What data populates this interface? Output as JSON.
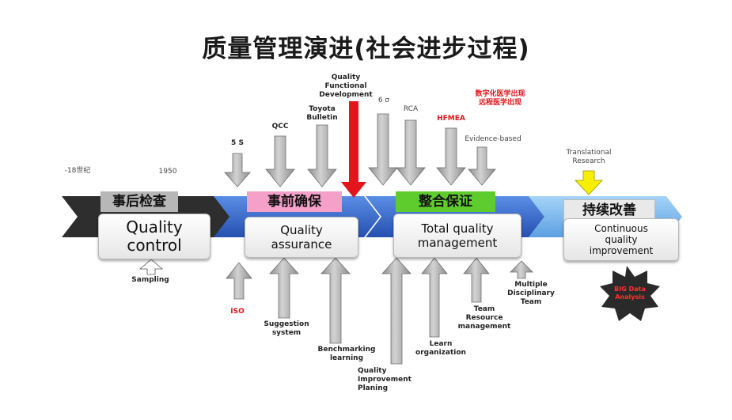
{
  "title": "质量管理演进(社会进步过程)",
  "timeline": {
    "era_start": "-18世纪",
    "year_1950": "1950"
  },
  "stages": [
    {
      "cn": "事后检查",
      "en": "Quality\ncontrol"
    },
    {
      "cn": "事前确保",
      "en": "Quality\nassurance"
    },
    {
      "cn": "整合保证",
      "en": "Total quality\nmanagement"
    },
    {
      "cn": "持续改善",
      "en": "Continuous\nquality\nimprovement"
    }
  ],
  "top_inputs": {
    "five_s": "5 S",
    "qcc": "QCC",
    "toyota": "Toyota\nBulletin",
    "qfd": "Quality\nFunctional\nDevelopment",
    "six_sigma": "6 σ",
    "rca": "RCA",
    "hfmea": "HFMEA",
    "digital_medicine": "数字化医学出现\n远程医学出现",
    "evidence_based": "Evidence-based",
    "translational": "Translational\nResearch"
  },
  "bottom_inputs": {
    "sampling": "Sampling",
    "iso": "ISO",
    "suggestion": "Suggestion\nsystem",
    "benchmarking": "Benchmarking\nlearning",
    "qip": "Quality\nImprovement\nPlaning",
    "learn_org": "Learn\norganization",
    "team_resource": "Team\nResource\nmanagement",
    "mdt": "Multiple\nDisciplinary\nTeam"
  },
  "big_data": "BIG Data\nAnalysis",
  "colors": {
    "dark_chevron": "#2e2e2e",
    "blue_chevron": "#3b6fd0",
    "light_blue_chevron": "#7bb8ef",
    "pink_label": "#f4a0c8",
    "green_label": "#5ecc2c",
    "grey_label": "#b7b7b7",
    "red_arrow": "#e3141b",
    "grey_arrow": "#a8a8a8",
    "yellow_arrow": "#f6f000",
    "star": "#2a2a2a"
  }
}
